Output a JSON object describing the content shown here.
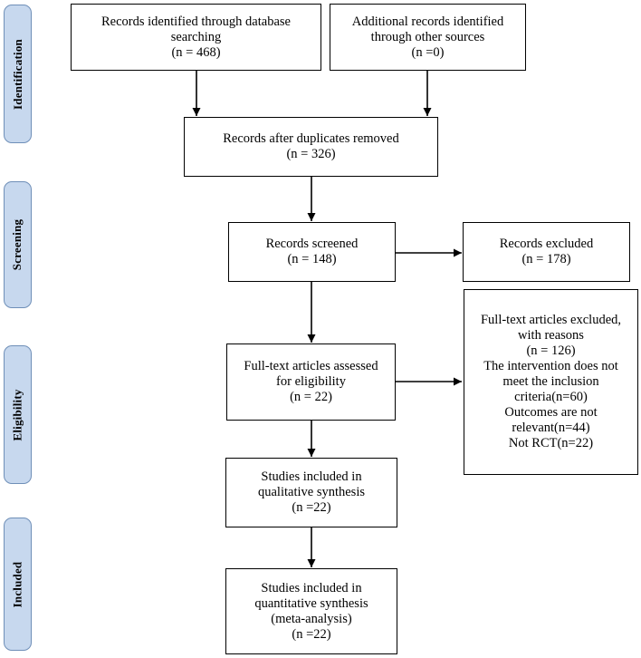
{
  "phases": {
    "identification": "Identification",
    "screening": "Screening",
    "eligibility": "Eligibility",
    "included": "Included"
  },
  "boxes": {
    "database": [
      "Records identified through database",
      "searching",
      "(n = 468)"
    ],
    "other_sources": [
      "Additional records identified",
      "through other sources",
      "(n =0)"
    ],
    "duplicates_removed": [
      "Records after duplicates removed",
      "(n = 326)"
    ],
    "screened": [
      "Records screened",
      "(n = 148)"
    ],
    "excluded": [
      "Records excluded",
      "(n = 178)"
    ],
    "full_text_assessed": [
      "Full-text articles assessed",
      "for eligibility",
      "(n = 22)"
    ],
    "full_text_excluded": [
      "Full-text articles excluded,",
      "with reasons",
      "(n = 126)",
      "The intervention does not",
      "meet the inclusion",
      "criteria(n=60)",
      "Outcomes are not",
      "relevant(n=44)",
      "Not RCT(n=22)"
    ],
    "qualitative": [
      "Studies included in",
      "qualitative synthesis",
      "(n =22)"
    ],
    "quantitative": [
      "Studies included in",
      "quantitative synthesis",
      "(meta-analysis)",
      "(n =22)"
    ]
  }
}
